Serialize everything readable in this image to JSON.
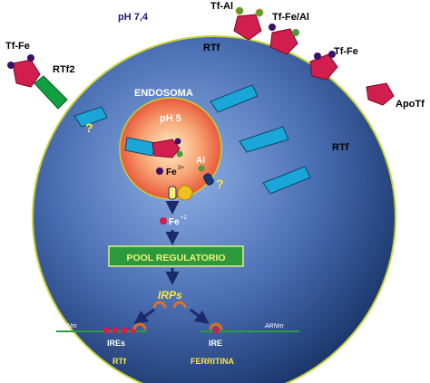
{
  "labels": {
    "ph_outside": "pH 7,4",
    "tf_fe_left": "Tf-Fe",
    "rtf2": "RTf2",
    "tf_al": "Tf-Al",
    "tf_fe_al": "Tf-Fe/Al",
    "rtf_top": "RTf",
    "tf_fe_right": "Tf-Fe",
    "apotf": "ApoTf",
    "rtf_right": "RTf",
    "endosoma": "ENDOSOMA",
    "ph_inside": "pH 5",
    "al": "Al",
    "fe3": "Fe",
    "fe3_sup": "3+",
    "fe2": "Fe",
    "fe2_sup": "+2",
    "pool": "POOL REGULATORIO",
    "irps": "IRPs",
    "arnm_left": "ARNm",
    "arnm_right": "ARNm",
    "ires": "IREs",
    "ire": "IRE",
    "rtf_bottom": "RTf",
    "ferritina": "FERRITINA",
    "q1": "?",
    "q2": "?"
  },
  "colors": {
    "cell_dark": "#1c3f78",
    "cell_light": "#7fa0d8",
    "border": "#c8d234",
    "receptor": "#1aa6d8",
    "rtf2": "#10a040",
    "transferrin": "#d21e4e",
    "fe_dot": "#3a1068",
    "al_dot": "#4e9a3c",
    "endosome_center": "#fff0c0",
    "endosome_edge": "#e8503a",
    "pool_fill": "#2a9a3c",
    "pool_text": "#f4f07a",
    "irps_text": "#ffe838",
    "yellow_text": "#ffe838",
    "mrna_line": "#2c9c3c"
  }
}
